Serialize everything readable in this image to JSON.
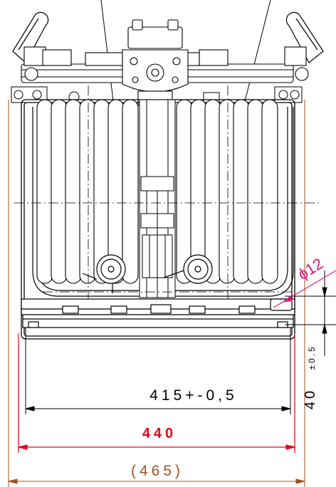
{
  "dimensions": {
    "inner_width": "415+-0,5",
    "middle_width": "440",
    "overall_width": "(465)",
    "bottom_height": "40",
    "bottom_tolerance": "±0.5",
    "tube_diameter": "ϕ12"
  },
  "colors": {
    "line": "#000000",
    "red_dimension": "#e8001c",
    "brown_dimension": "#a0521e",
    "magenta_dimension": "#e0147a",
    "background": "#ffffff"
  }
}
